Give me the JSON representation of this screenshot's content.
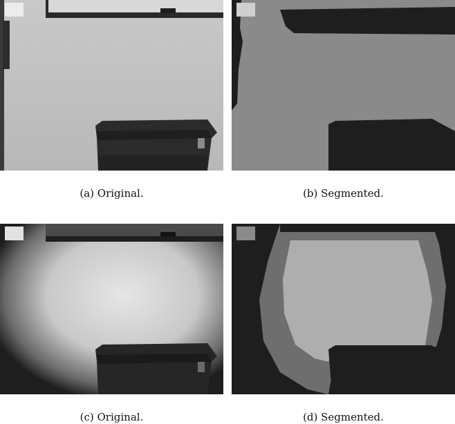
{
  "figure": {
    "panels": [
      {
        "id": "a",
        "caption": "(a) Original."
      },
      {
        "id": "b",
        "caption": "(b) Segmented."
      },
      {
        "id": "c",
        "caption": "(c) Original."
      },
      {
        "id": "d",
        "caption": "(d) Segmented."
      }
    ]
  }
}
